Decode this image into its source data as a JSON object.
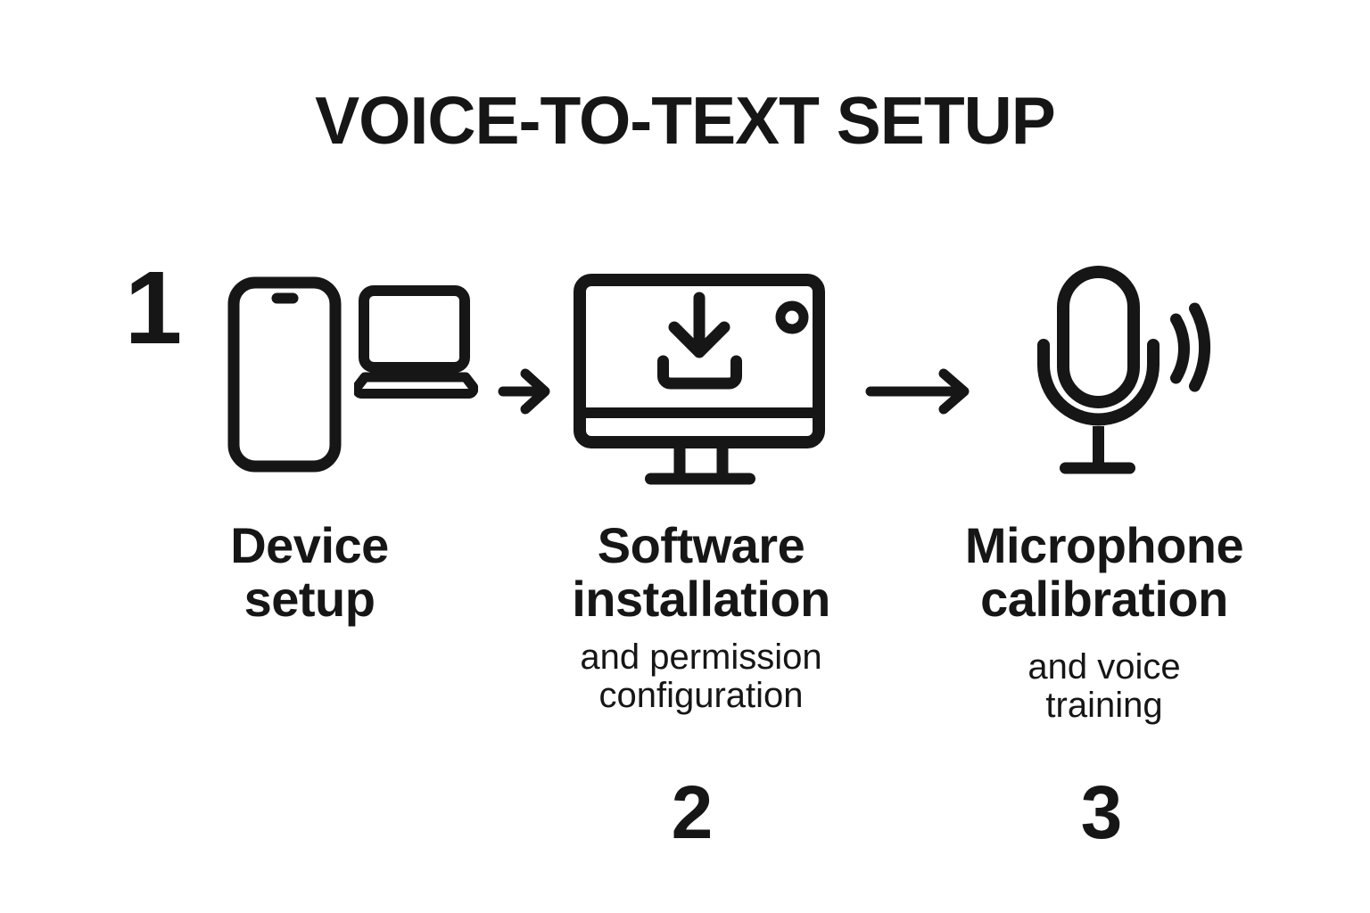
{
  "title": "VOICE-TO-TEXT SETUP",
  "colors": {
    "ink": "#161616",
    "background": "#ffffff"
  },
  "steps": [
    {
      "number": "1",
      "label": [
        "Device",
        "setup"
      ],
      "sublabel": [],
      "icons": [
        "smartphone-icon",
        "laptop-icon"
      ]
    },
    {
      "number": "2",
      "label": [
        "Software",
        "installation"
      ],
      "sublabel": [
        "and permission",
        "configuration"
      ],
      "icons": [
        "monitor-download-icon"
      ]
    },
    {
      "number": "3",
      "label": [
        "Microphone",
        "calibration"
      ],
      "sublabel": [
        "and voice",
        "training"
      ],
      "icons": [
        "microphone-icon",
        "sound-waves-icon"
      ]
    }
  ],
  "connectors": [
    "arrow-right-icon",
    "arrow-right-icon"
  ]
}
